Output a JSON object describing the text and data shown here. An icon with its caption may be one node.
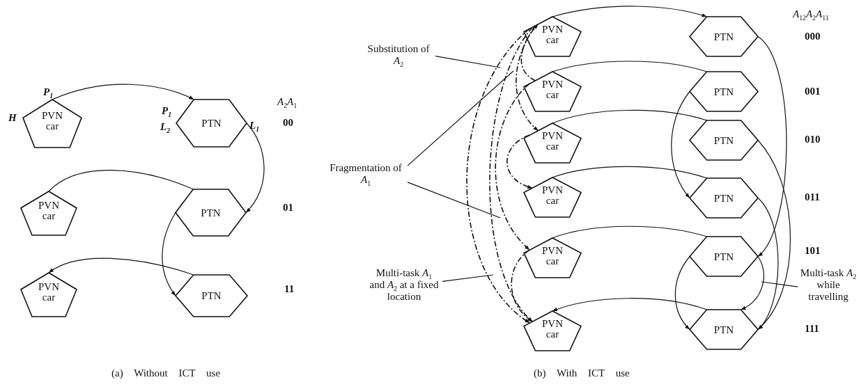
{
  "diagram": {
    "nodes": [
      {
        "text": [
          "PVN car"
        ],
        "beside": [
          "*P*$_{1}$",
          "*H*"
        ]
      },
      {
        "text": [
          "PTN"
        ],
        "beside": [
          "*P*$_{1}$",
          "*L*$_{2}$",
          "*L*$_{1}$"
        ]
      },
      {
        "text": [
          "PVN car"
        ]
      },
      {
        "text": [
          "PTN"
        ]
      },
      {
        "text": [
          "PVN car"
        ]
      },
      {
        "text": [
          "PTN"
        ]
      },
      {
        "text": [
          "PVN car"
        ]
      },
      {
        "text": [
          "PTN"
        ]
      },
      {
        "text": [
          "PVN car"
        ]
      },
      {
        "text": [
          "PTN"
        ]
      },
      {
        "text": [
          "PVN car"
        ]
      },
      {
        "text": [
          "PTN"
        ]
      },
      {
        "text": [
          "PVN car"
        ]
      },
      {
        "text": [
          "PTN"
        ]
      },
      {
        "text": [
          "PVN car"
        ]
      },
      {
        "text": [
          "PTN"
        ]
      },
      {
        "text": [
          "PVN car"
        ]
      },
      {
        "text": [
          "PTN"
        ]
      },
      {
        "text": [
          "Substitution of *A*$_{2}$"
        ]
      },
      {
        "text": [
          "Fragmentation of *A*$_{1}$"
        ]
      },
      {
        "text": [
          "Multi-task *A*$_{1}$ and *A*$_{2}$ at a fixed location"
        ]
      },
      {
        "text": [
          "Multi-task *A*$_{2}$ while travelling"
        ]
      }
    ],
    "edges": [
      {
        "from": 0,
        "to": 1,
        "arrow": "to"
      },
      {
        "from": 1,
        "to": 3,
        "arrow": "to"
      },
      {
        "from": 3,
        "to": 2,
        "arrow": "none"
      },
      {
        "from": 3,
        "to": 5,
        "arrow": "to"
      },
      {
        "from": 5,
        "to": 4,
        "arrow": "to"
      },
      {
        "from": 6,
        "to": 7,
        "arrow": "to"
      },
      {
        "from": 7,
        "to": 15,
        "arrow": "to"
      },
      {
        "from": 9,
        "to": 8,
        "arrow": "none"
      },
      {
        "from": 9,
        "to": 13,
        "arrow": "to"
      },
      {
        "from": 11,
        "to": 10,
        "arrow": "none"
      },
      {
        "from": 11,
        "to": 17,
        "arrow": "to"
      },
      {
        "from": 13,
        "to": 12,
        "arrow": "none"
      },
      {
        "from": 13,
        "to": 17,
        "arrow": "to"
      },
      {
        "from": 15,
        "to": 14,
        "arrow": "none"
      },
      {
        "from": 15,
        "to": 17,
        "arrow": "to"
      },
      {
        "from": 15,
        "to": 17,
        "arrow": "to"
      },
      {
        "from": 17,
        "to": 16,
        "arrow": "to"
      },
      {
        "from": 6,
        "to": 16,
        "arrow": "to",
        "style": "dashed"
      },
      {
        "from": 6,
        "to": 16,
        "arrow": "to",
        "style": "dashed"
      },
      {
        "from": 6,
        "to": 10,
        "arrow": "to",
        "style": "dashed"
      },
      {
        "from": 8,
        "to": 6,
        "arrow": "to",
        "style": "dashed"
      },
      {
        "from": 8,
        "to": 14,
        "arrow": "to",
        "style": "dashed"
      },
      {
        "from": 10,
        "to": 12,
        "arrow": "to",
        "style": "dashed"
      },
      {
        "from": 14,
        "to": 16,
        "arrow": "to",
        "style": "dashed"
      },
      {
        "from": 18,
        "to": null,
        "arrow": "none"
      },
      {
        "from": 19,
        "to": null,
        "arrow": "none"
      },
      {
        "from": 19,
        "to": null,
        "arrow": "none"
      },
      {
        "from": 20,
        "to": null,
        "arrow": "none"
      },
      {
        "from": 21,
        "to": null,
        "arrow": "none"
      }
    ],
    "labels": [
      "*A*$_{12}$*A*$_{2}$*A*$_{11}$",
      "*A*$_{2}$*A*$_{1}$",
      "000",
      "00",
      "001",
      "010",
      "01",
      "011",
      "101",
      "11",
      "111",
      "(a) Without ICT use",
      "(b) With ICT use"
    ]
  }
}
